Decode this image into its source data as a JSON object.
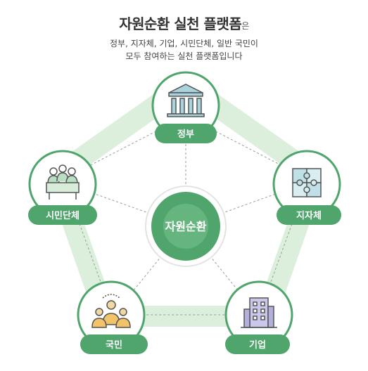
{
  "header": {
    "title": "자원순환 실천 플랫폼",
    "title_suffix": "은",
    "subtitle_lines": [
      "정부, 지자체, 기업, 시민단체, 일반 국민이",
      "모두 참여하는 실천 플랫폼입니다"
    ]
  },
  "center": {
    "label": "자원순환"
  },
  "nodes": {
    "gov": {
      "label": "정부",
      "icon": "government-building-icon"
    },
    "local": {
      "label": "지자체",
      "icon": "puzzle-icon"
    },
    "company": {
      "label": "기업",
      "icon": "office-building-icon"
    },
    "citizen": {
      "label": "국민",
      "icon": "people-group-icon"
    },
    "civic": {
      "label": "시민단체",
      "icon": "meeting-table-icon"
    }
  },
  "colors": {
    "accent": "#4fa56b",
    "accent_dark": "#3e8a56",
    "pentagon_band": "#dcefdc",
    "dashed": "#9a9a9a"
  }
}
